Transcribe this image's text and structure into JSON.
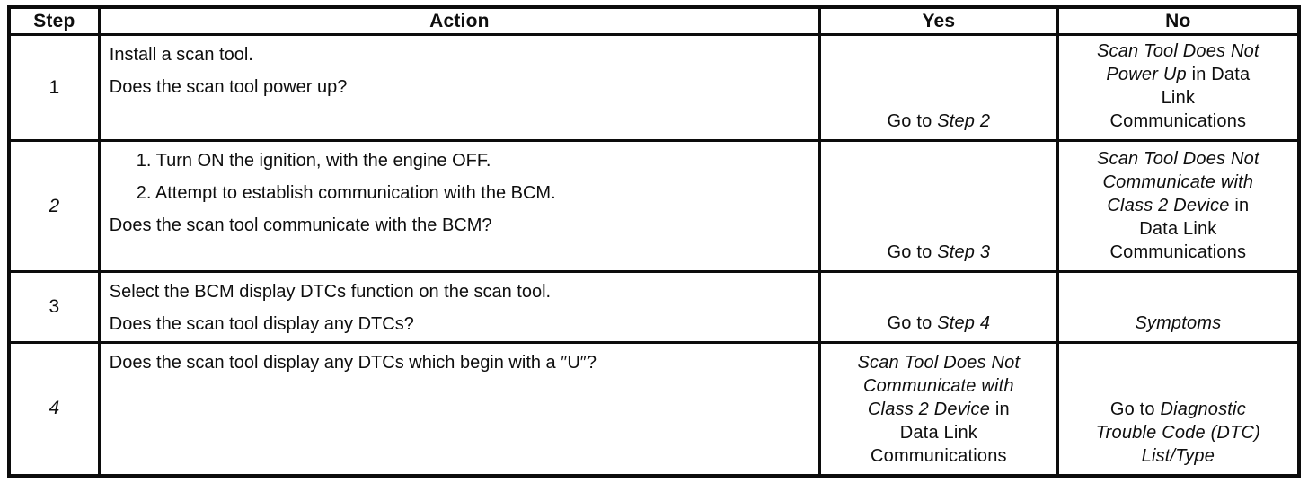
{
  "colors": {
    "ink": "#0e0e0e",
    "border": "#0c0c0c",
    "paper": "#ffffff"
  },
  "table": {
    "header": {
      "step": "Step",
      "action": "Action",
      "yes": "Yes",
      "no": "No"
    },
    "rows": [
      {
        "step": [
          {
            "text": "1",
            "italic": false
          }
        ],
        "action": [
          {
            "indent": false,
            "segments": [
              {
                "text": "Install a scan tool.",
                "italic": false
              }
            ]
          },
          {
            "indent": false,
            "segments": [
              {
                "text": "Does the scan tool power up?",
                "italic": false
              }
            ]
          }
        ],
        "yes": [
          {
            "text": "Go to ",
            "italic": false
          },
          {
            "text": "Step 2",
            "italic": true
          }
        ],
        "no": [
          {
            "text": "Scan Tool Does Not\nPower Up",
            "italic": true
          },
          {
            "text": " in Data\nLink\nCommunications",
            "italic": false
          }
        ]
      },
      {
        "step": [
          {
            "text": "2",
            "italic": true
          }
        ],
        "action": [
          {
            "indent": true,
            "segments": [
              {
                "text": "1. Turn ON the ignition, with the engine OFF.",
                "italic": false
              }
            ]
          },
          {
            "indent": true,
            "segments": [
              {
                "text": "2. Attempt to establish communication with the BCM.",
                "italic": false
              }
            ]
          },
          {
            "indent": false,
            "segments": [
              {
                "text": "Does the scan tool communicate with the BCM?",
                "italic": false
              }
            ]
          }
        ],
        "yes": [
          {
            "text": "Go to ",
            "italic": false
          },
          {
            "text": "Step 3",
            "italic": true
          }
        ],
        "no": [
          {
            "text": "Scan Tool Does Not\nCommunicate with\nClass 2 Device",
            "italic": true
          },
          {
            "text": " in\nData Link\nCommunications",
            "italic": false
          }
        ]
      },
      {
        "step": [
          {
            "text": "3",
            "italic": false
          }
        ],
        "action": [
          {
            "indent": false,
            "segments": [
              {
                "text": "Select the BCM display DTCs function on the scan tool.",
                "italic": false
              }
            ]
          },
          {
            "indent": false,
            "segments": [
              {
                "text": "Does the scan tool display any DTCs?",
                "italic": false
              }
            ]
          }
        ],
        "yes": [
          {
            "text": "Go to ",
            "italic": false
          },
          {
            "text": "Step 4",
            "italic": true
          }
        ],
        "no": [
          {
            "text": "Symptoms",
            "italic": true
          }
        ]
      },
      {
        "step": [
          {
            "text": "4",
            "italic": true
          }
        ],
        "action": [
          {
            "indent": false,
            "segments": [
              {
                "text": "Does the scan tool display any DTCs which begin with a ″U″?",
                "italic": false
              }
            ]
          }
        ],
        "yes": [
          {
            "text": "Scan Tool Does Not\nCommunicate with\nClass 2 Device",
            "italic": true
          },
          {
            "text": " in\nData Link\nCommunications",
            "italic": false
          }
        ],
        "no": [
          {
            "text": "Go to ",
            "italic": false
          },
          {
            "text": "Diagnostic\nTrouble Code (DTC)\nList/Type",
            "italic": true
          }
        ]
      }
    ]
  }
}
